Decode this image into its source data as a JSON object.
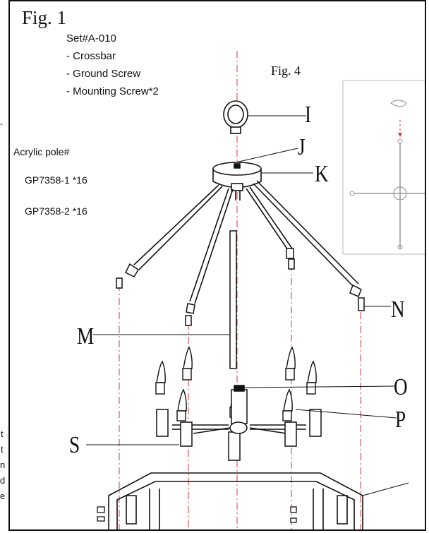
{
  "figure": {
    "title": "Fig. 1",
    "set_label": "Set#A-010",
    "set_items": [
      "- Crossbar",
      "- Ground Screw",
      "- Mounting Screw*2"
    ],
    "inset_title": "Fig. 4",
    "pole_heading": "Acrylic pole#",
    "pole_items": [
      "GP7358-1 *16",
      "GP7358-2 *16"
    ],
    "part_labels": [
      "I",
      "J",
      "K",
      "M",
      "N",
      "O",
      "P",
      "S"
    ],
    "side_fragments": [
      "t",
      "t",
      "n",
      "d",
      "e"
    ],
    "colors": {
      "line": "#111111",
      "guide": "#e03030",
      "inset_line": "#888888"
    }
  }
}
